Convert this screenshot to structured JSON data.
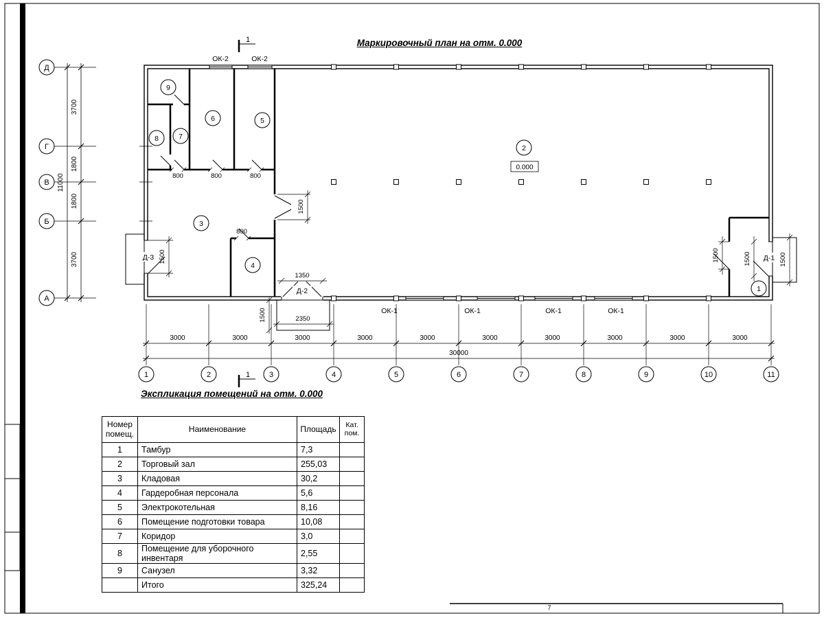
{
  "titles": {
    "plan": "Маркировочный план на отм. 0.000",
    "table": "Экспликация помещений на отм. 0.000"
  },
  "plan": {
    "elevation": "0.000",
    "section_mark": "1",
    "axes_left": [
      "Д",
      "Г",
      "В",
      "Б",
      "А"
    ],
    "axes_bottom": [
      "1",
      "2",
      "3",
      "4",
      "5",
      "6",
      "7",
      "8",
      "9",
      "10",
      "11"
    ],
    "dims": {
      "v3700": "3700",
      "v1800": "1800",
      "v11000": "11000",
      "h3000": "3000",
      "h30000": "30000",
      "d800": "800",
      "d1500": "1500",
      "d1350": "1350",
      "d2350": "2350"
    },
    "labels": {
      "ok2": "ОК-2",
      "ok1": "ОК-1",
      "door1": "Д-1",
      "door2": "Д-2",
      "door3": "Д-3"
    },
    "rooms": {
      "r1": "1",
      "r2": "2",
      "r3": "3",
      "r4": "4",
      "r5": "5",
      "r6": "6",
      "r7": "7",
      "r8": "8",
      "r9": "9"
    }
  },
  "table": {
    "headers": {
      "num": "Номер помещ.",
      "name": "Наименование",
      "area": "Площадь",
      "cat": "Кат. пом."
    },
    "rows": [
      {
        "num": "1",
        "name": "Тамбур",
        "area": "7,3",
        "cat": ""
      },
      {
        "num": "2",
        "name": "Торговый зал",
        "area": "255,03",
        "cat": ""
      },
      {
        "num": "3",
        "name": "Кладовая",
        "area": "30,2",
        "cat": ""
      },
      {
        "num": "4",
        "name": "Гардеробная персонала",
        "area": "5,6",
        "cat": ""
      },
      {
        "num": "5",
        "name": "Электрокотельная",
        "area": "8,16",
        "cat": ""
      },
      {
        "num": "6",
        "name": "Помещение подготовки товара",
        "area": "10,08",
        "cat": ""
      },
      {
        "num": "7",
        "name": "Коридор",
        "area": "3,0",
        "cat": ""
      },
      {
        "num": "8",
        "name": "Помещение для уборочного инвентаря",
        "area": "2,55",
        "cat": ""
      },
      {
        "num": "9",
        "name": "Санузел",
        "area": "3,32",
        "cat": ""
      },
      {
        "num": "",
        "name": "Итого",
        "area": "325,24",
        "cat": ""
      }
    ]
  },
  "footer": {
    "sheet_note": "7"
  }
}
